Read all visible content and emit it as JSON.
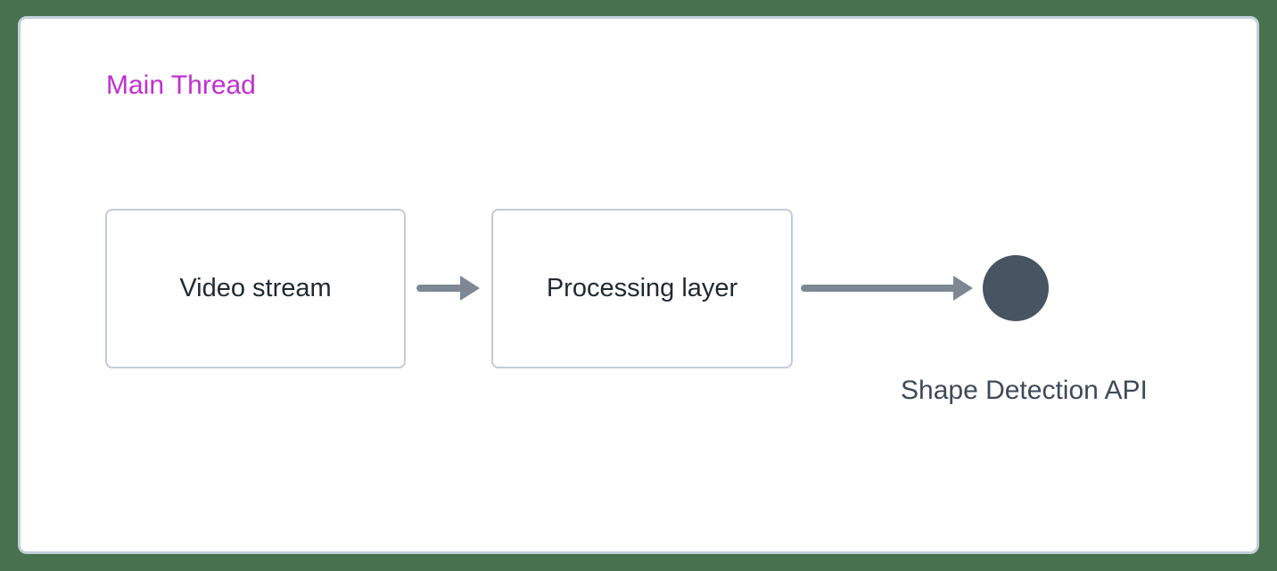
{
  "page": {
    "background_color": "#48714e"
  },
  "panel": {
    "title": "Main Thread",
    "title_color": "#bf2fd0",
    "background_color": "#ffffff",
    "border_color": "#c3ced9"
  },
  "diagram": {
    "nodes": [
      {
        "id": "video-stream",
        "label": "Video stream"
      },
      {
        "id": "processing-layer",
        "label": "Processing layer"
      }
    ],
    "connectors": [
      {
        "from": "video-stream",
        "to": "processing-layer",
        "style": "arrow"
      },
      {
        "from": "processing-layer",
        "to": "shape-detection-api",
        "style": "arrow"
      }
    ],
    "endpoint": {
      "label": "Shape Detection API",
      "dot_color": "#475462",
      "label_color": "#3d4a59"
    },
    "arrow_color": "#7d8894",
    "node_text_color": "#1f2a33",
    "node_border_color": "#c0cbd7"
  }
}
